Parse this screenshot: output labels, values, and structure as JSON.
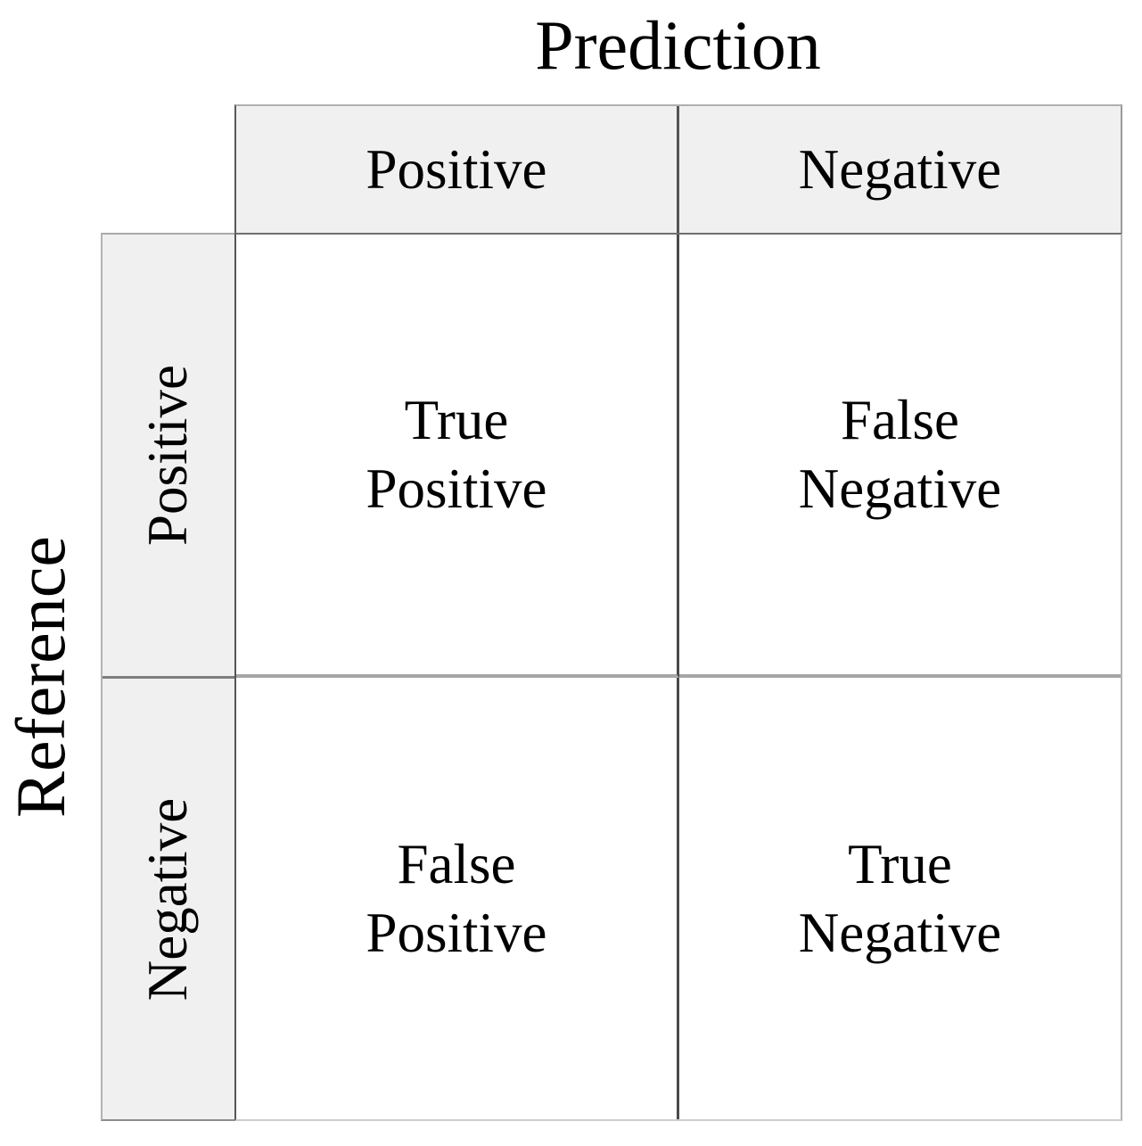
{
  "diagram": {
    "type": "confusion-matrix",
    "column_axis_title": "Prediction",
    "row_axis_title": "Reference"
  },
  "column_headers": [
    "Positive",
    "Negative"
  ],
  "row_headers": [
    "Positive",
    "Negative"
  ],
  "cells": [
    {
      "row": "Positive",
      "col": "Positive",
      "line1": "True",
      "line2": "Positive"
    },
    {
      "row": "Positive",
      "col": "Negative",
      "line1": "False",
      "line2": "Negative"
    },
    {
      "row": "Negative",
      "col": "Positive",
      "line1": "False",
      "line2": "Positive"
    },
    {
      "row": "Negative",
      "col": "Negative",
      "line1": "True",
      "line2": "Negative"
    }
  ],
  "colors": {
    "background": "#ffffff",
    "header_fill": "#f0f0f0",
    "grid_line_dark": "#4a4a4a",
    "grid_line_light": "#a6a6a6",
    "text": "#000000"
  }
}
